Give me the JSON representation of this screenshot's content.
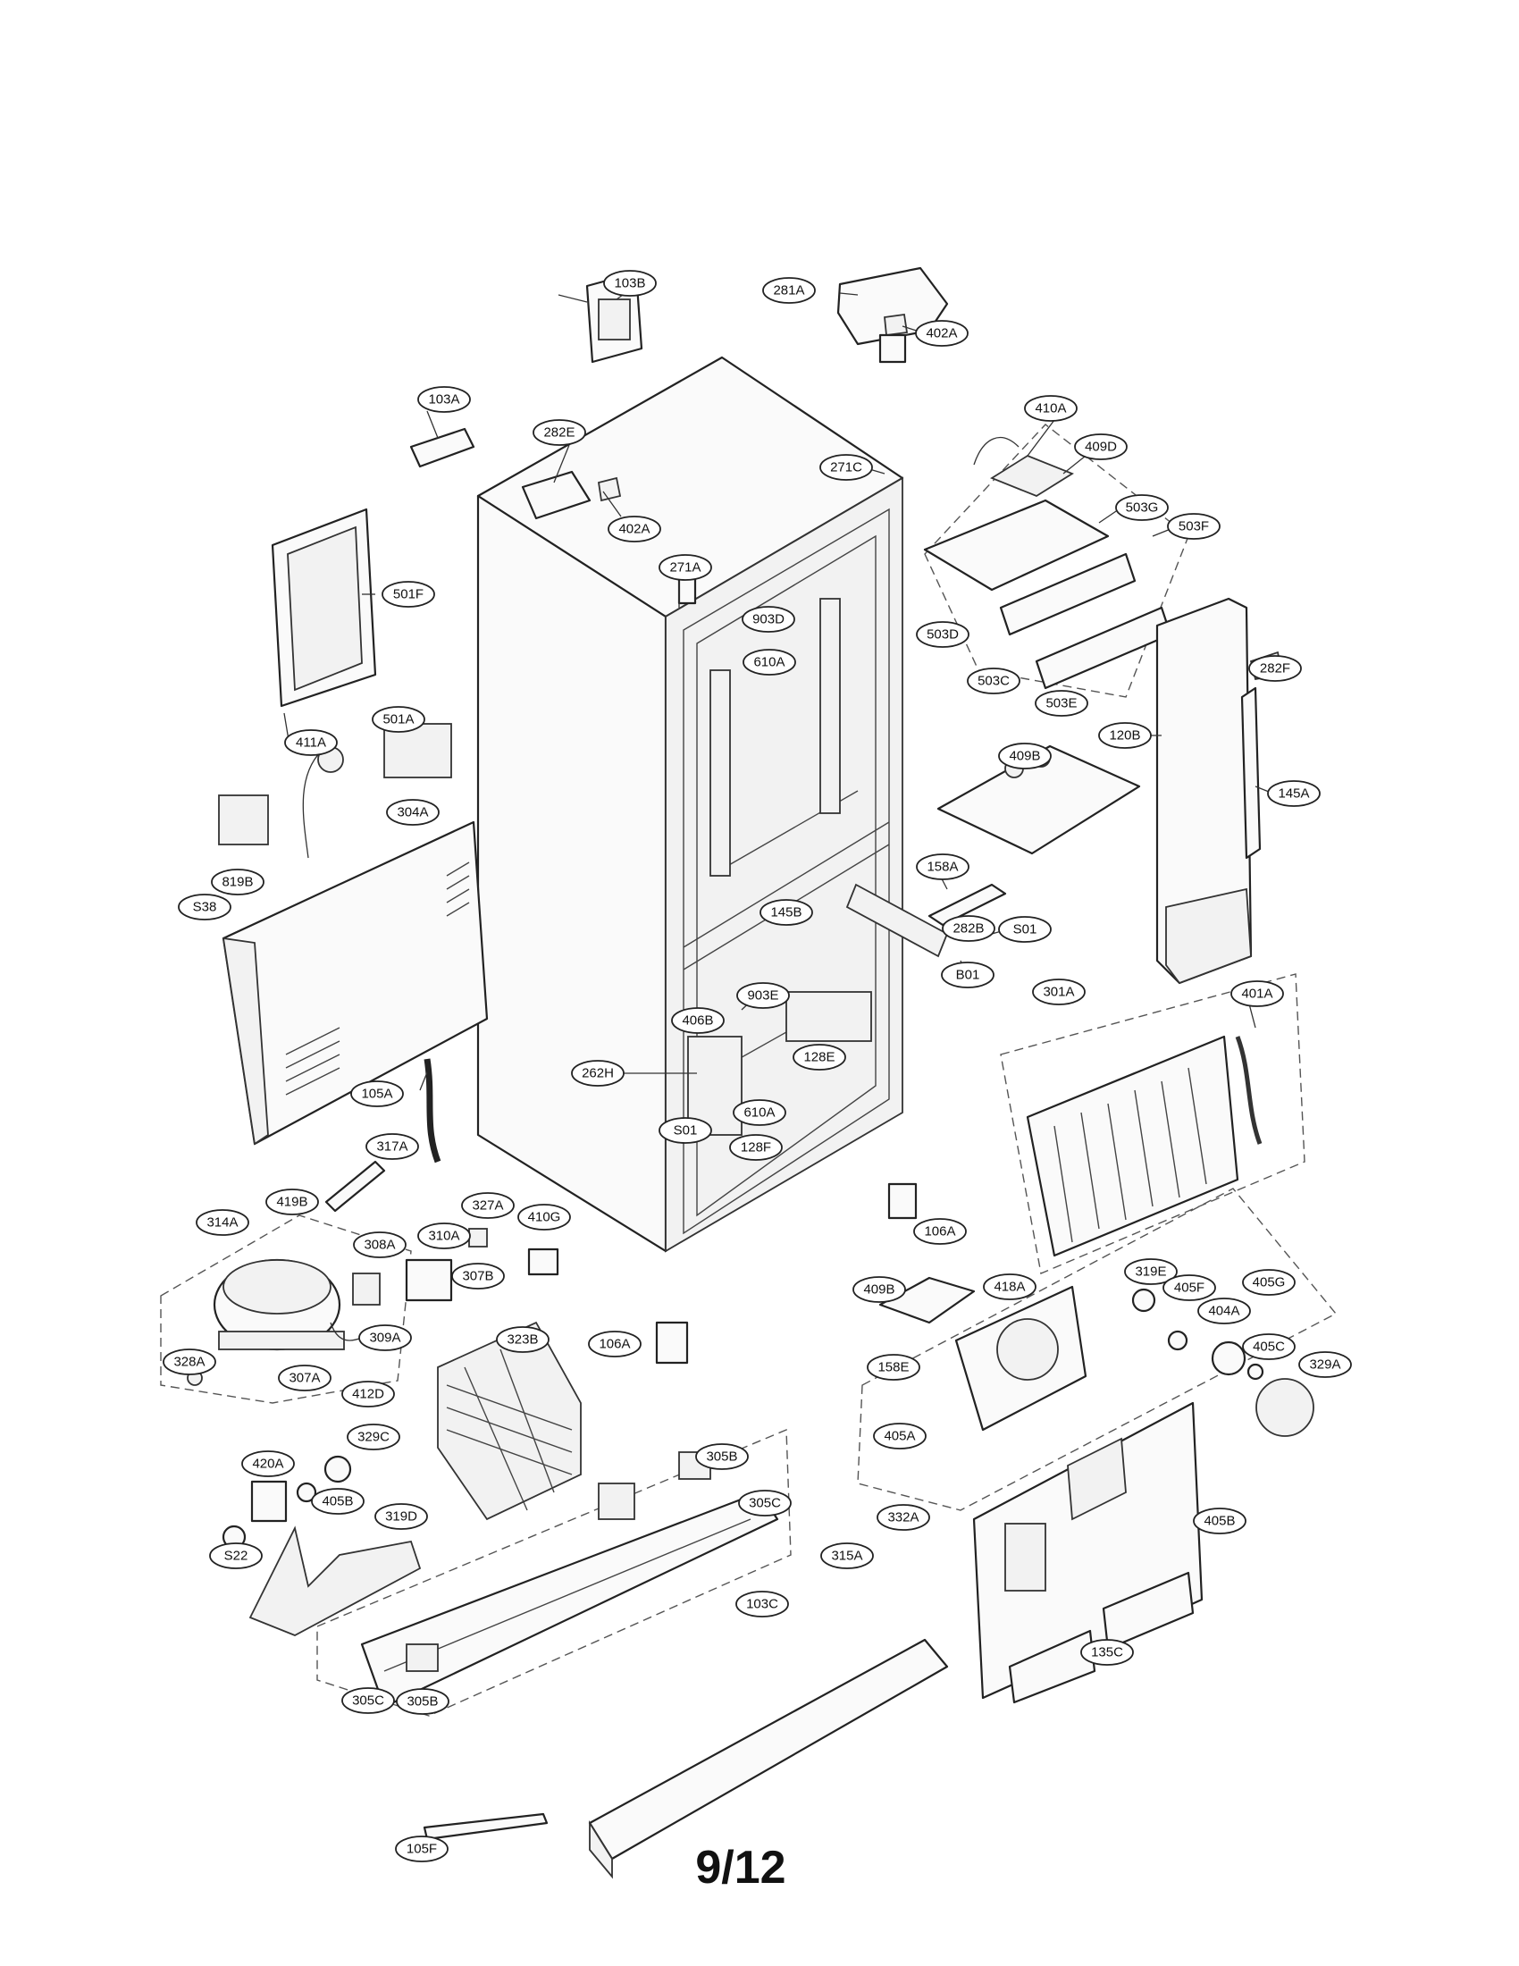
{
  "page_number": "9/12",
  "callouts": [
    "103B",
    "281A",
    "402A",
    "103A",
    "282E",
    "402A",
    "271C",
    "410A",
    "409D",
    "503G",
    "503F",
    "271A",
    "501F",
    "903D",
    "610A",
    "503D",
    "503C",
    "503E",
    "282F",
    "120B",
    "145A",
    "501A",
    "411A",
    "304A",
    "409B",
    "158A",
    "819B",
    "145B",
    "282B",
    "S01",
    "S38",
    "B01",
    "301A",
    "401A",
    "903E",
    "406B",
    "128E",
    "262H",
    "610A",
    "105A",
    "S01",
    "128F",
    "317A",
    "106A",
    "419B",
    "327A",
    "314A",
    "410G",
    "310A",
    "308A",
    "307B",
    "409B",
    "418A",
    "319E",
    "405F",
    "405G",
    "404A",
    "405C",
    "309A",
    "323B",
    "106A",
    "328A",
    "307A",
    "412D",
    "158E",
    "329A",
    "405A",
    "329C",
    "420A",
    "305B",
    "305C",
    "405B",
    "319D",
    "S22",
    "332A",
    "405B",
    "315A",
    "103C",
    "135C",
    "305C",
    "305B",
    "105F"
  ]
}
